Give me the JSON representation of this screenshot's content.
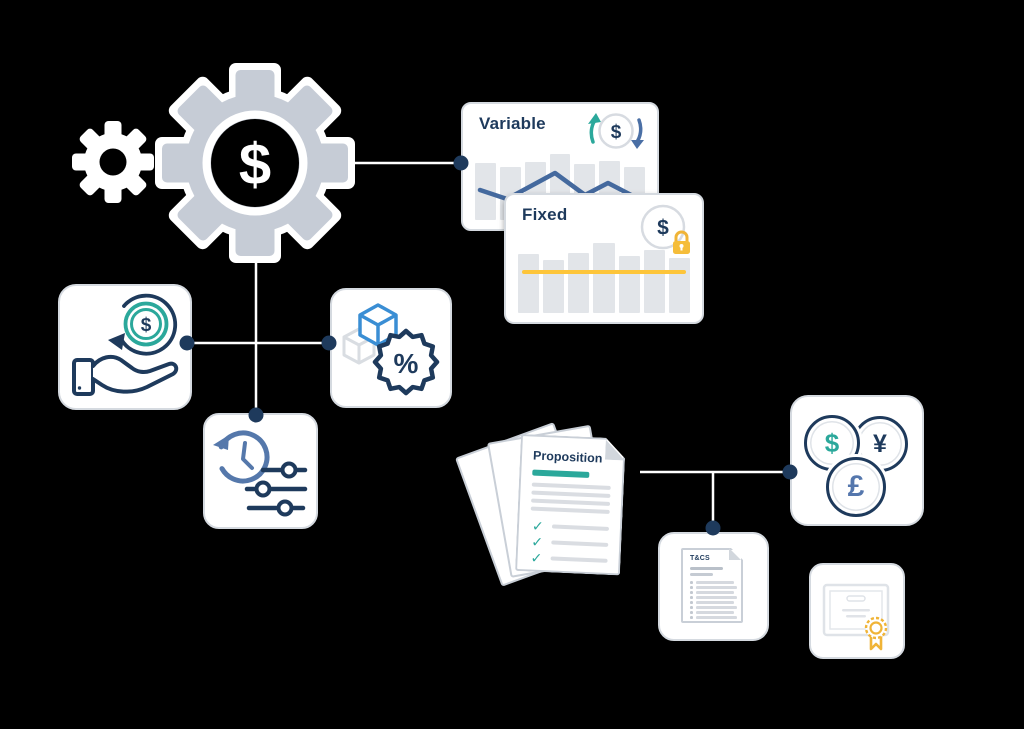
{
  "palette": {
    "background": "#000000",
    "navy": "#1e3a5c",
    "teal": "#2ba89b",
    "steel_blue": "#4a6fa5",
    "chart_line_blue": "#44699e",
    "cube_blue": "#3a8ed4",
    "gold": "#f3b73a",
    "gear_gray": "#c6ccd6",
    "bar_gray": "#e2e5e9",
    "card_border": "#d5dae0",
    "connector_white": "#ffffff"
  },
  "gear_cluster": {
    "dollar": "$"
  },
  "variable_card": {
    "title": "Variable",
    "dollar": "$"
  },
  "fixed_card": {
    "title": "Fixed",
    "dollar": "$"
  },
  "hand_card": {
    "dollar": "$"
  },
  "discount_card": {
    "percent": "%"
  },
  "proposition_stack": {
    "title": "Proposition",
    "check": "✓"
  },
  "tcs_card": {
    "title": "T&CS"
  },
  "currency_card": {
    "dollar": "$",
    "yen": "¥",
    "pound": "£"
  },
  "chart_data": [
    {
      "type": "bar+line",
      "name": "variable-pricing-chart",
      "bars": [
        86,
        80,
        88,
        100,
        85,
        89,
        81
      ],
      "line_points": [
        [
          5,
          36
        ],
        [
          32,
          45
        ],
        [
          80,
          19
        ],
        [
          110,
          41
        ],
        [
          133,
          29
        ],
        [
          160,
          43
        ]
      ]
    },
    {
      "type": "bar",
      "name": "fixed-pricing-chart",
      "bars": [
        84,
        76,
        86,
        100,
        82,
        90,
        79
      ],
      "price_line_pct": 38
    }
  ]
}
